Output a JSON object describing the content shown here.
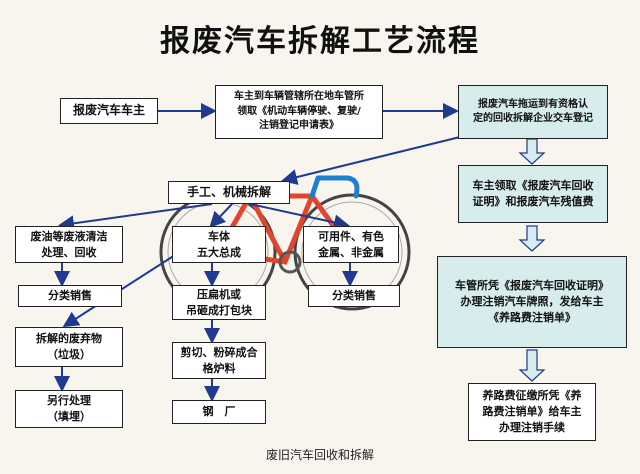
{
  "title": "报废汽车拆解工艺流程",
  "caption": "废旧汽车回收和拆解",
  "boxes": {
    "owner": "报废汽车车主",
    "register": "车主到车辆管辖所在地车管所\n领取《机动车辆停驶、复驶/\n注销登记申请表》",
    "tow": "报废汽车拖运到有资格认\n定的回收拆解企业交车登记",
    "certificate": "车主领取《报废汽车回收\n证明》和报废汽车残值费",
    "cancel": "车管所凭《报废汽车回收证明》\n办理注销汽车牌照，发给车主\n《养路费注销单》",
    "road_fee": "养路费征缴所凭《养\n路费注销单》给车主\n办理注销手续",
    "dismantle": "手工、机械拆解",
    "fluids": "废油等废液清洁\n处理、回收",
    "body": "车体\n五大总成",
    "usable": "可用件、有色\n金属、非金属",
    "sort_left": "分类销售",
    "sort_right": "分类销售",
    "press": "压扁机或\n吊砸成打包块",
    "waste": "拆解的废弃物\n（垃圾）",
    "shred": "剪切、粉碎成合\n格炉料",
    "other": "另行处理\n（填埋）",
    "steel": "钢　厂"
  },
  "colors": {
    "arrow": "#1f3b8f",
    "teal_box": "#d7ecec",
    "bike_frame": "#e2452d",
    "bike_tube": "#1e7fd0"
  }
}
